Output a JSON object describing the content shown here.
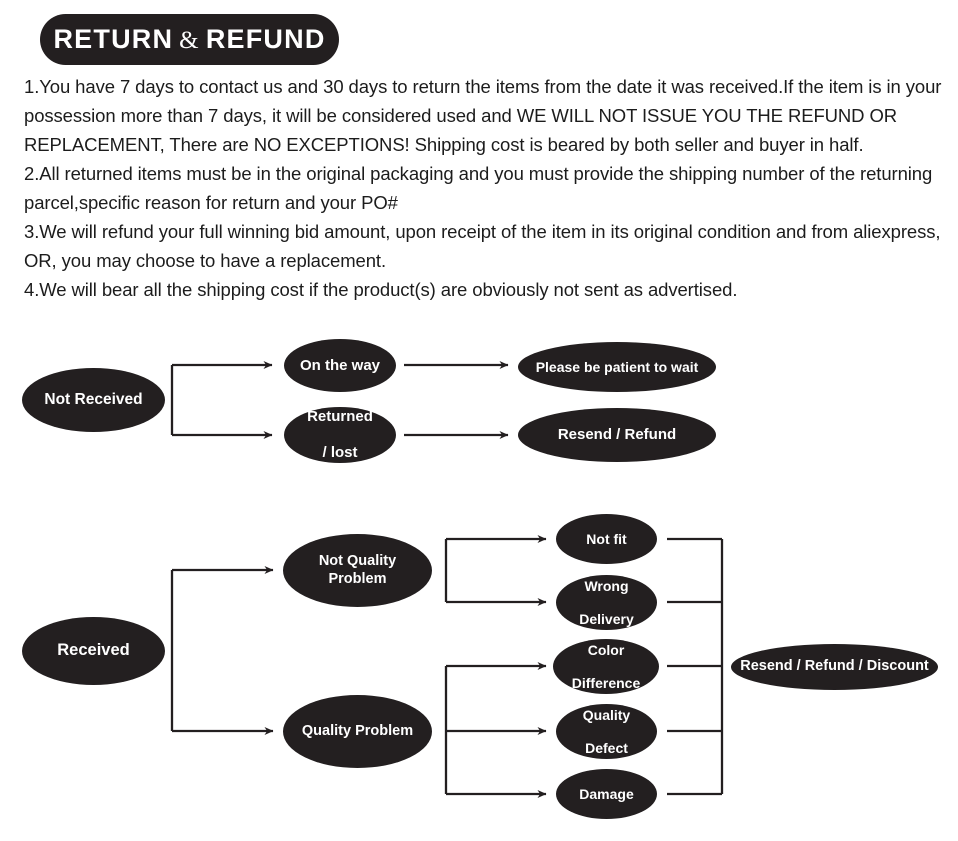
{
  "header": {
    "title_part1": "RETURN",
    "ampersand": "&",
    "title_part2": "REFUND"
  },
  "policy": {
    "items": [
      "1.You have 7 days to contact us and 30 days to return the items from the date it was received.If the item is in your possession more than 7 days, it will be considered used and WE WILL NOT ISSUE YOU THE REFUND OR REPLACEMENT, There are NO EXCEPTIONS! Shipping cost is beared by both seller and buyer in half.",
      "2.All returned items must be in the original packaging and you must provide the shipping number of the returning parcel,specific reason for return and your PO#",
      "3.We will refund your full winning bid amount, upon receipt of the item in its original condition and from aliexpress, OR, you may choose to have a replacement.",
      "4.We will bear all the shipping cost if the product(s) are obviously not sent as advertised."
    ]
  },
  "colors": {
    "node_fill": "#231f20",
    "node_text": "#ffffff",
    "connector": "#231f20",
    "background": "#ffffff",
    "body_text": "#1c1c1c"
  },
  "flowchart_not_received": {
    "root": "Not Received",
    "branches": [
      {
        "cause": "On the way",
        "outcome": "Please be patient to wait"
      },
      {
        "cause": "Returned\n/  lost",
        "cause_line1": "Returned",
        "cause_line2": "/  lost",
        "outcome": "Resend / Refund"
      }
    ]
  },
  "flowchart_received": {
    "root": "Received",
    "branches": [
      {
        "category": "Not Quality Problem",
        "reasons": [
          {
            "line1": "Not fit",
            "line2": ""
          },
          {
            "line1": "Wrong",
            "line2": "Delivery"
          }
        ]
      },
      {
        "category": "Quality Problem",
        "reasons": [
          {
            "line1": "Color",
            "line2": "Difference"
          },
          {
            "line1": "Quality",
            "line2": "Defect"
          },
          {
            "line1": "Damage",
            "line2": ""
          }
        ]
      }
    ],
    "outcome": "Resend / Refund / Discount"
  }
}
